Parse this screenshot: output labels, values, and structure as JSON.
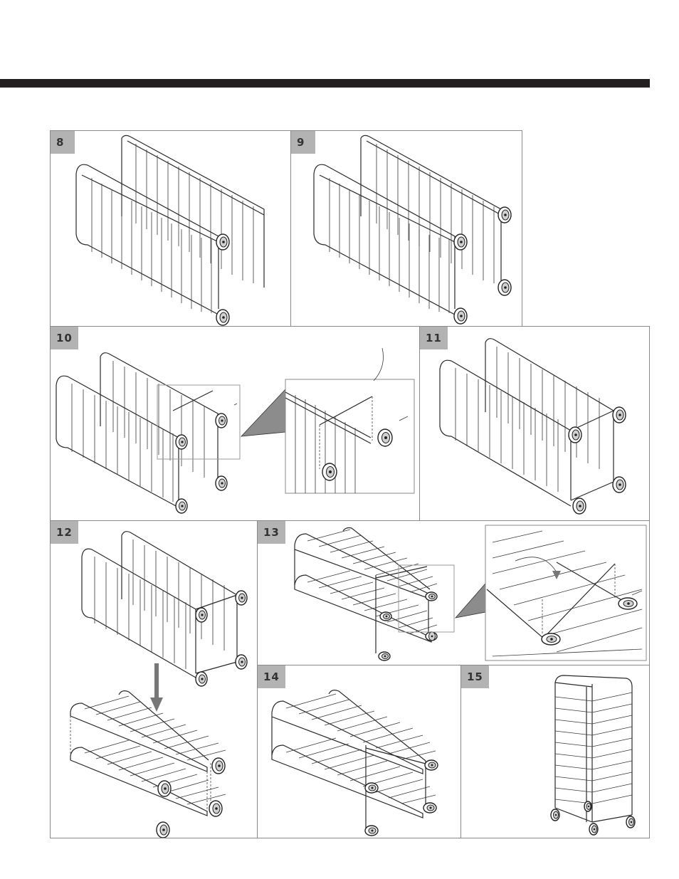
{
  "header": {
    "bar_color": "#231f20"
  },
  "steps": [
    {
      "number": "8"
    },
    {
      "number": "9"
    },
    {
      "number": "10"
    },
    {
      "number": "11"
    },
    {
      "number": "12"
    },
    {
      "number": "13"
    },
    {
      "number": "14"
    },
    {
      "number": "15"
    }
  ],
  "colors": {
    "badge_bg": "#b3b3b3",
    "panel_border": "#8a8a8a",
    "callout_fill": "#8c8c8c"
  },
  "icons": {
    "wheel": "caster-wheel-icon",
    "arrow": "down-arrow-icon",
    "curved_arrow": "curved-arrow-icon"
  }
}
